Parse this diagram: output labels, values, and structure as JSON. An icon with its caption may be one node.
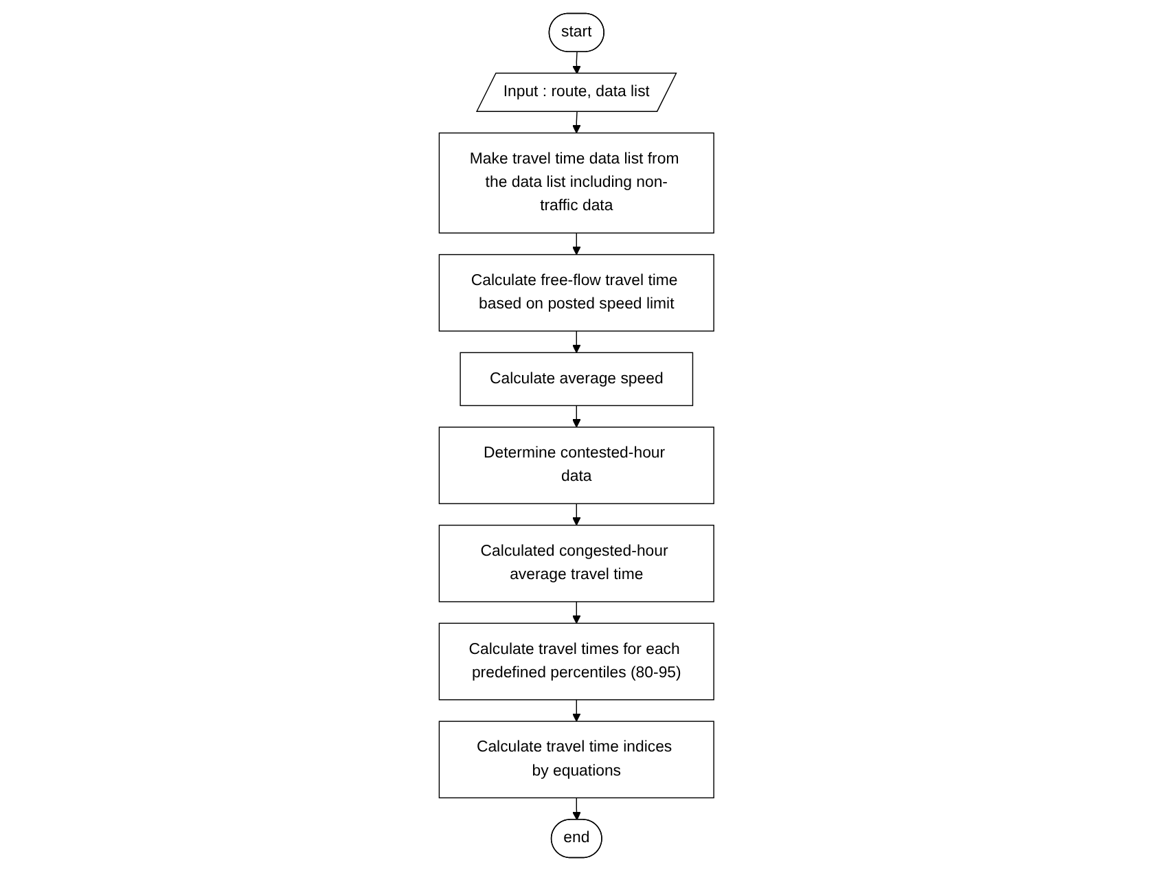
{
  "diagram": {
    "nodes": [
      {
        "text": [
          "start"
        ]
      },
      {
        "text": [
          "Input : route, data list"
        ]
      },
      {
        "text": [
          "Make travel time data list from the data list including non-traffic data"
        ]
      },
      {
        "text": [
          "Calculate free-flow travel time based on posted speed limit"
        ]
      },
      {
        "text": [
          "Calculate average speed"
        ]
      },
      {
        "text": [
          "Determine contested-hour data"
        ]
      },
      {
        "text": [
          "Calculated congested-hour average travel time"
        ]
      },
      {
        "text": [
          "Calculate travel times for each predefined percentiles (80-95)"
        ]
      },
      {
        "text": [
          "Calculate travel time indices by equations"
        ]
      },
      {
        "text": [
          "end"
        ]
      }
    ],
    "edges": [
      {
        "from": 0,
        "to": 1,
        "arrow": "to"
      },
      {
        "from": 1,
        "to": 2,
        "arrow": "to"
      },
      {
        "from": 2,
        "to": 3,
        "arrow": "to"
      },
      {
        "from": 3,
        "to": 4,
        "arrow": "to"
      },
      {
        "from": 4,
        "to": 5,
        "arrow": "to"
      },
      {
        "from": 5,
        "to": 6,
        "arrow": "to"
      },
      {
        "from": 6,
        "to": 7,
        "arrow": "to"
      },
      {
        "from": 7,
        "to": 8,
        "arrow": "to"
      },
      {
        "from": 8,
        "to": 9,
        "arrow": "to"
      }
    ]
  }
}
